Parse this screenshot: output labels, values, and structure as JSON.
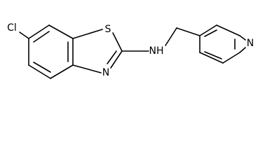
{
  "molecule": {
    "atom_labels": {
      "chlorine": "Cl",
      "sulfur": "S",
      "thiazole_nitrogen": "N",
      "amine": "NH",
      "pyridine_nitrogen": "N"
    }
  }
}
